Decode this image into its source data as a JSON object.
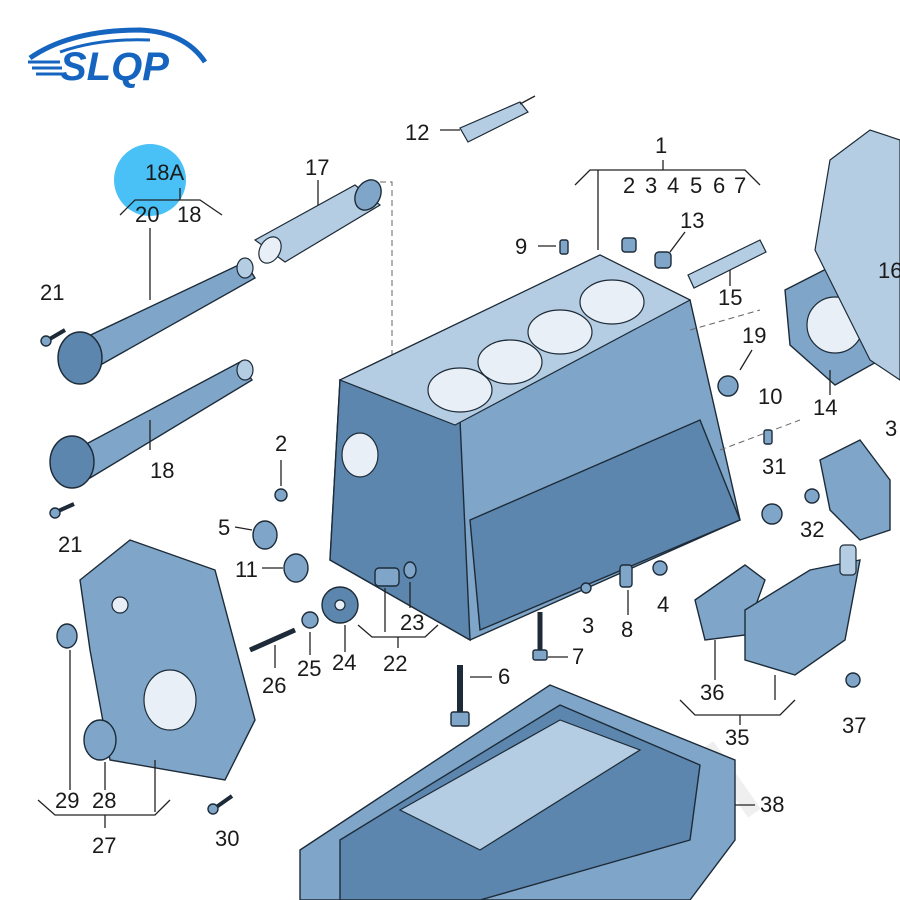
{
  "logo": {
    "text": "SLQP",
    "color": "#1565c0"
  },
  "highlight": {
    "label": "18A",
    "color": "#29b6f6"
  },
  "labels": {
    "p1": "1",
    "p2a": "2",
    "p3a": "3",
    "p4a": "4",
    "p5a": "5",
    "p6a": "6",
    "p7a": "7",
    "p2": "2",
    "p3": "3",
    "p4": "4",
    "p5": "5",
    "p6": "6",
    "p7": "7",
    "p8": "8",
    "p9": "9",
    "p10": "10",
    "p11": "11",
    "p12": "12",
    "p13": "13",
    "p14": "14",
    "p15": "15",
    "p16": "16",
    "p17": "17",
    "p18a": "18",
    "p18": "18",
    "p19": "19",
    "p20": "20",
    "p21a": "21",
    "p21b": "21",
    "p22": "22",
    "p23": "23",
    "p24": "24",
    "p25": "25",
    "p26": "26",
    "p27": "27",
    "p28": "28",
    "p29": "29",
    "p30": "30",
    "p31": "31",
    "p32": "32",
    "p33": "3",
    "p35": "35",
    "p36": "36",
    "p37": "37",
    "p38": "38"
  }
}
